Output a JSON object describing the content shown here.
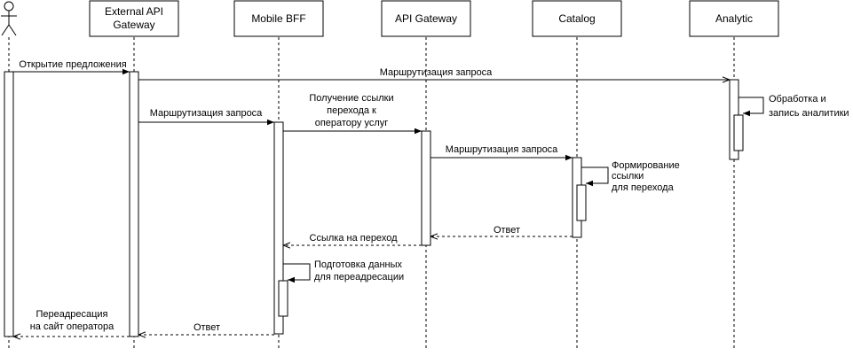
{
  "participants": {
    "external_api_gateway": [
      "External API",
      "Gateway"
    ],
    "mobile_bff": "Mobile BFF",
    "api_gateway": "API Gateway",
    "catalog": "Catalog",
    "analytic": "Analytic"
  },
  "messages": {
    "open_offer": "Открытие предложения",
    "route_to_analytic": "Маршрутизация запроса",
    "route_to_bff": "Маршрутизация запроса",
    "get_link": [
      "Получение ссылки",
      "перехода к",
      "оператору услуг"
    ],
    "route_to_catalog": "Маршрутизация запроса",
    "analytics_self": [
      "Обработка и",
      "запись аналитики"
    ],
    "form_link_self": [
      "Формирование",
      "ссылки",
      "для перехода"
    ],
    "catalog_reply": "Ответ",
    "link_reply": "Ссылка на переход",
    "prepare_self": [
      "Подготовка данных",
      "для переадресации"
    ],
    "bff_reply": "Ответ",
    "redirect": [
      "Переадресация",
      "на сайт оператора"
    ]
  }
}
